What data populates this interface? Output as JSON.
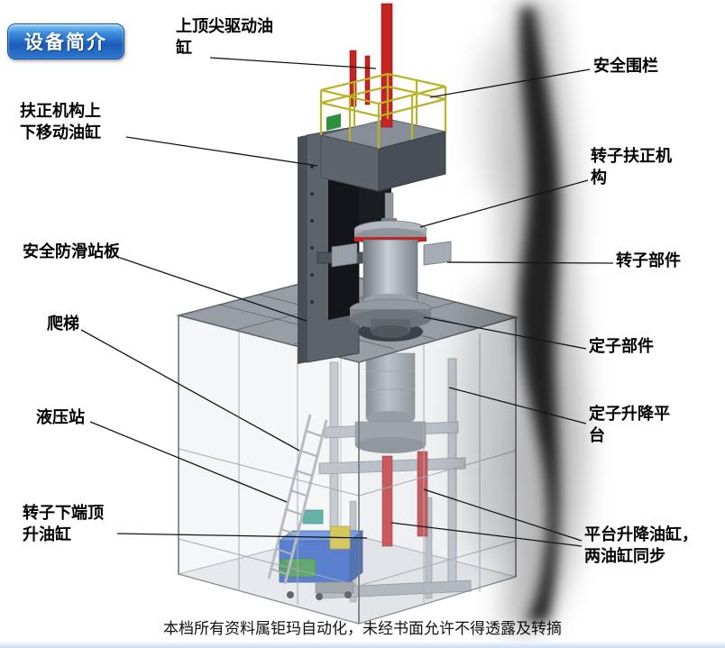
{
  "page": {
    "badge_label": "设备简介",
    "footer_text": "本档所有资料属钜玛自动化，未经书面允许不得透露及转摘"
  },
  "labels": {
    "top_tip_drive_cylinder": "上顶尖驱动油\n缸",
    "safety_fence": "安全围栏",
    "centering_mech_lift_cylinder": "扶正机构上\n下移动油缸",
    "rotor_centering_mech": "转子扶正机\n构",
    "anti_slip_platform": "安全防滑站板",
    "rotor_component": "转子部件",
    "ladder": "爬梯",
    "stator_component": "定子部件",
    "hydraulic_station": "液压站",
    "stator_lift_platform": "定子升降平\n台",
    "rotor_bottom_jack_cylinder": "转子下端顶\n升油缸",
    "platform_lift_cylinders": "平台升降油缸，\n两油缸同步"
  },
  "colors": {
    "badge_blue": "#2c74cf",
    "cylinder_red": "#c62323",
    "railing_yellow": "#b9b32a",
    "hydraulic_blue": "#2257c4",
    "motor_green": "#2f8f3f",
    "accumulator_yellow": "#d1bd25"
  }
}
